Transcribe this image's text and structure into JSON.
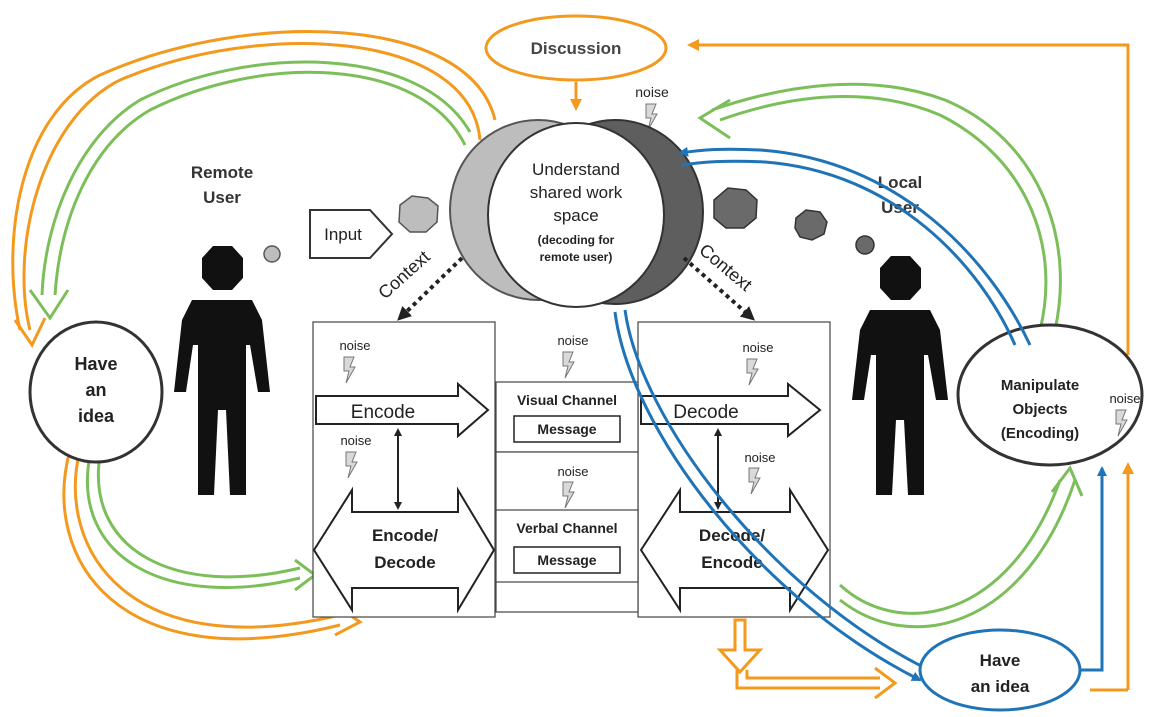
{
  "nodes": {
    "discussion": "Discussion",
    "understand_l1": "Understand",
    "understand_l2": "shared work",
    "understand_l3": "space",
    "understand_l4": "(decoding for",
    "understand_l5": "remote user)",
    "remote_user_l1": "Remote",
    "remote_user_l2": "User",
    "local_user_l1": "Local",
    "local_user_l2": "User",
    "have_idea_left_l1": "Have",
    "have_idea_left_l2": "an",
    "have_idea_left_l3": "idea",
    "have_idea_right_l1": "Have",
    "have_idea_right_l2": "an idea",
    "manipulate_l1": "Manipulate",
    "manipulate_l2": "Objects",
    "manipulate_l3": "(Encoding)",
    "input": "Input",
    "context": "Context",
    "encode": "Encode",
    "decode": "Decode",
    "encode_decode_l1": "Encode/",
    "encode_decode_l2": "Decode",
    "decode_encode_l1": "Decode/",
    "decode_encode_l2": "Encode",
    "visual_channel": "Visual Channel",
    "verbal_channel": "Verbal Channel",
    "message": "Message",
    "noise": "noise"
  },
  "colors": {
    "orange": "#f39a1e",
    "green": "#7cbf5a",
    "blue": "#1f73b7",
    "dark": "#222222"
  }
}
